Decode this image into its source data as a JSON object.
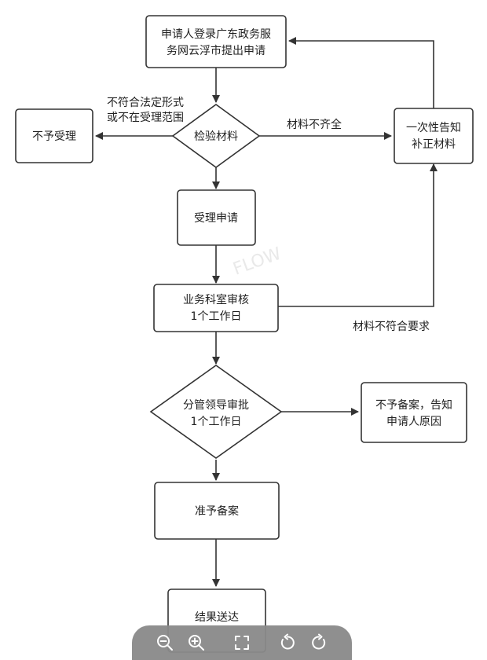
{
  "nodes": {
    "apply": [
      "申请人登录广东政务服",
      "务网云浮市提出申请"
    ],
    "check": [
      "检验材料"
    ],
    "reject": [
      "不予受理"
    ],
    "notify": [
      "一次性告知",
      "补正材料"
    ],
    "accept": [
      "受理申请"
    ],
    "review": [
      "业务科室审核",
      "1个工作日"
    ],
    "approve": [
      "分管领导审批",
      "1个工作日"
    ],
    "deny": [
      "不予备案，告知",
      "申请人原因"
    ],
    "record": [
      "准予备案"
    ],
    "deliver": [
      "结果送达"
    ]
  },
  "edge_labels": {
    "illegal": [
      "不符合法定形式",
      "或不在受理范围"
    ],
    "incomplete": [
      "材料不齐全"
    ],
    "nonconforming": [
      "材料不符合要求"
    ]
  },
  "watermark": "FLOW",
  "toolbar": {
    "zoom_out_icon": "zoom-out-icon",
    "zoom_in_icon": "zoom-in-icon",
    "fit_icon": "fit-screen-icon",
    "rotate_left_icon": "rotate-left-icon",
    "rotate_right_icon": "rotate-right-icon"
  }
}
